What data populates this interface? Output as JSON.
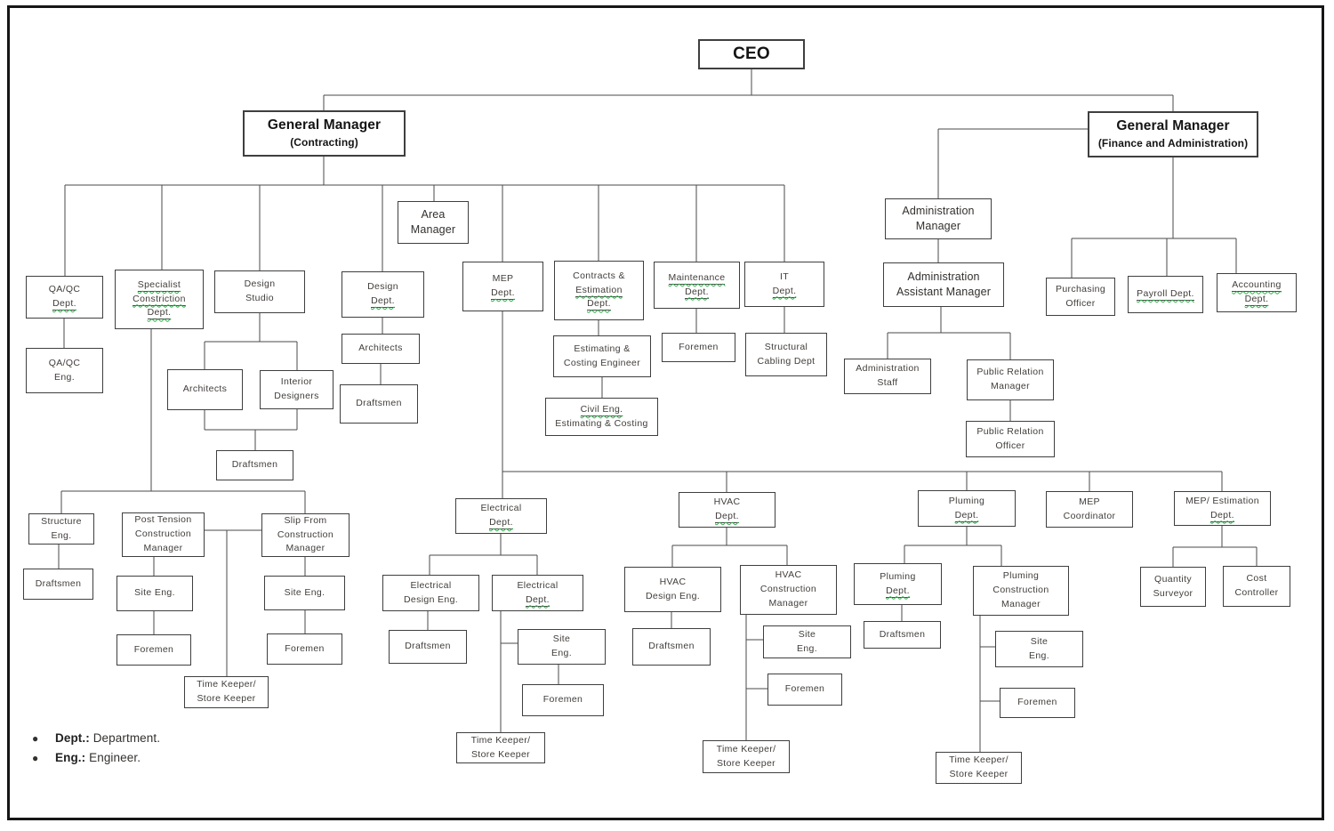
{
  "document": {
    "type": "organizational-chart",
    "legend_title": "",
    "colors": {
      "squiggle_green": "#2fae4a",
      "box_border": "#3f3f3f",
      "connector": "#4a4a4a",
      "frame": "#161616",
      "background": "#ffffff"
    }
  },
  "nodes": [
    {
      "id": "ceo",
      "lines": [
        "CEO"
      ]
    },
    {
      "id": "gm-contracting",
      "lines": [
        "General Manager",
        "(Contracting)"
      ]
    },
    {
      "id": "gm-finance",
      "lines": [
        "General Manager",
        "(Finance and Administration)"
      ]
    },
    {
      "id": "area-manager",
      "lines": [
        "Area",
        "Manager"
      ]
    },
    {
      "id": "qaqc-dept",
      "lines": [
        "QA/QC",
        "Dept."
      ],
      "sq": [
        1
      ]
    },
    {
      "id": "specialist-dept",
      "lines": [
        "Specialist",
        "Constriction",
        "Dept."
      ],
      "sq": [
        0,
        1,
        2
      ]
    },
    {
      "id": "design-studio",
      "lines": [
        "Design",
        "Studio"
      ]
    },
    {
      "id": "design-dept",
      "lines": [
        "Design",
        "Dept."
      ],
      "sq": [
        1
      ]
    },
    {
      "id": "mep-dept",
      "lines": [
        "MEP",
        "Dept."
      ],
      "sq": [
        1
      ]
    },
    {
      "id": "contracts-dept",
      "lines": [
        "Contracts &",
        "Estimation",
        "Dept."
      ],
      "sq": [
        1,
        2
      ]
    },
    {
      "id": "maintenance-dept",
      "lines": [
        "Maintenance",
        "Dept."
      ],
      "sq": [
        0,
        1
      ]
    },
    {
      "id": "it-dept",
      "lines": [
        "IT",
        "Dept."
      ],
      "sq": [
        1
      ]
    },
    {
      "id": "qaqc-eng",
      "lines": [
        "QA/QC",
        "Eng."
      ]
    },
    {
      "id": "architects-studio",
      "lines": [
        "Architects"
      ]
    },
    {
      "id": "interior-designers",
      "lines": [
        "Interior",
        "Designers"
      ]
    },
    {
      "id": "architects-dept",
      "lines": [
        "Architects"
      ]
    },
    {
      "id": "draftsmen-design-dept",
      "lines": [
        "Draftsmen"
      ]
    },
    {
      "id": "draftsmen-studio",
      "lines": [
        "Draftsmen"
      ]
    },
    {
      "id": "estimating-costing-eng",
      "lines": [
        "Estimating &",
        "Costing Engineer"
      ]
    },
    {
      "id": "civil-eng-est",
      "lines": [
        "Civil Eng.",
        "Estimating & Costing"
      ],
      "sq": [
        0
      ]
    },
    {
      "id": "foremen-maint",
      "lines": [
        "Foremen"
      ]
    },
    {
      "id": "structural-cabling",
      "lines": [
        "Structural",
        "Cabling Dept"
      ]
    },
    {
      "id": "structure-eng",
      "lines": [
        "Structure",
        "Eng."
      ]
    },
    {
      "id": "post-tension-cm",
      "lines": [
        "Post Tension",
        "Construction",
        "Manager"
      ]
    },
    {
      "id": "slip-form-cm",
      "lines": [
        "Slip From",
        "Construction",
        "Manager"
      ]
    },
    {
      "id": "draftsmen-structure",
      "lines": [
        "Draftsmen"
      ]
    },
    {
      "id": "site-eng-pt",
      "lines": [
        "Site Eng."
      ]
    },
    {
      "id": "site-eng-sf",
      "lines": [
        "Site Eng."
      ]
    },
    {
      "id": "foremen-pt",
      "lines": [
        "Foremen"
      ]
    },
    {
      "id": "foremen-sf",
      "lines": [
        "Foremen"
      ]
    },
    {
      "id": "tksk-ptsf",
      "lines": [
        "Time Keeper/",
        "Store Keeper"
      ]
    },
    {
      "id": "admin-manager",
      "lines": [
        "Administration",
        "Manager"
      ]
    },
    {
      "id": "admin-asst-manager",
      "lines": [
        "Administration",
        "Assistant Manager"
      ]
    },
    {
      "id": "purchasing-officer",
      "lines": [
        "Purchasing",
        "Officer"
      ]
    },
    {
      "id": "payroll-dept",
      "lines": [
        "Payroll Dept."
      ],
      "sq": [
        0
      ]
    },
    {
      "id": "accounting-dept",
      "lines": [
        "Accounting",
        "Dept."
      ],
      "sq": [
        0,
        1
      ]
    },
    {
      "id": "admin-staff",
      "lines": [
        "Administration",
        "Staff"
      ]
    },
    {
      "id": "pr-manager",
      "lines": [
        "Public Relation",
        "Manager"
      ]
    },
    {
      "id": "pr-officer",
      "lines": [
        "Public Relation",
        "Officer"
      ]
    },
    {
      "id": "electrical-dept",
      "lines": [
        "Electrical",
        "Dept."
      ],
      "sq": [
        1
      ]
    },
    {
      "id": "hvac-dept",
      "lines": [
        "HVAC",
        "Dept."
      ],
      "sq": [
        1
      ]
    },
    {
      "id": "pluming-dept",
      "lines": [
        "Pluming",
        "Dept."
      ],
      "sq": [
        1
      ]
    },
    {
      "id": "mep-coordinator",
      "lines": [
        "MEP",
        "Coordinator"
      ]
    },
    {
      "id": "mep-estimation-dept",
      "lines": [
        "MEP/ Estimation",
        "Dept."
      ],
      "sq": [
        1
      ]
    },
    {
      "id": "electrical-design-eng",
      "lines": [
        "Electrical",
        "Design Eng."
      ]
    },
    {
      "id": "electrical-dept-sub",
      "lines": [
        "Electrical",
        "Dept."
      ],
      "sq": [
        1
      ]
    },
    {
      "id": "draftsmen-elec",
      "lines": [
        "Draftsmen"
      ]
    },
    {
      "id": "site-eng-elec",
      "lines": [
        "Site",
        "Eng."
      ]
    },
    {
      "id": "foremen-elec",
      "lines": [
        "Foremen"
      ]
    },
    {
      "id": "tksk-elec",
      "lines": [
        "Time Keeper/",
        "Store Keeper"
      ]
    },
    {
      "id": "hvac-design-eng",
      "lines": [
        "HVAC",
        "Design Eng."
      ]
    },
    {
      "id": "hvac-cm",
      "lines": [
        "HVAC",
        "Construction",
        "Manager"
      ]
    },
    {
      "id": "draftsmen-hvac",
      "lines": [
        "Draftsmen"
      ]
    },
    {
      "id": "site-eng-hvac",
      "lines": [
        "Site",
        "Eng."
      ]
    },
    {
      "id": "foremen-hvac",
      "lines": [
        "Foremen"
      ]
    },
    {
      "id": "tksk-hvac",
      "lines": [
        "Time Keeper/",
        "Store Keeper"
      ]
    },
    {
      "id": "pluming-dept-sub",
      "lines": [
        "Pluming",
        "Dept."
      ],
      "sq": [
        1
      ]
    },
    {
      "id": "pluming-cm",
      "lines": [
        "Pluming",
        "Construction",
        "Manager"
      ]
    },
    {
      "id": "draftsmen-pluming",
      "lines": [
        "Draftsmen"
      ]
    },
    {
      "id": "site-eng-pluming",
      "lines": [
        "Site",
        "Eng."
      ]
    },
    {
      "id": "foremen-pluming",
      "lines": [
        "Foremen"
      ]
    },
    {
      "id": "tksk-pluming",
      "lines": [
        "Time Keeper/",
        "Store Keeper"
      ]
    },
    {
      "id": "quantity-surveyor",
      "lines": [
        "Quantity",
        "Surveyor"
      ]
    },
    {
      "id": "cost-controller",
      "lines": [
        "Cost",
        "Controller"
      ]
    }
  ],
  "legend": [
    {
      "term": "Dept.:",
      "def": " Department."
    },
    {
      "term": "Eng.:",
      "def": " Engineer."
    }
  ]
}
